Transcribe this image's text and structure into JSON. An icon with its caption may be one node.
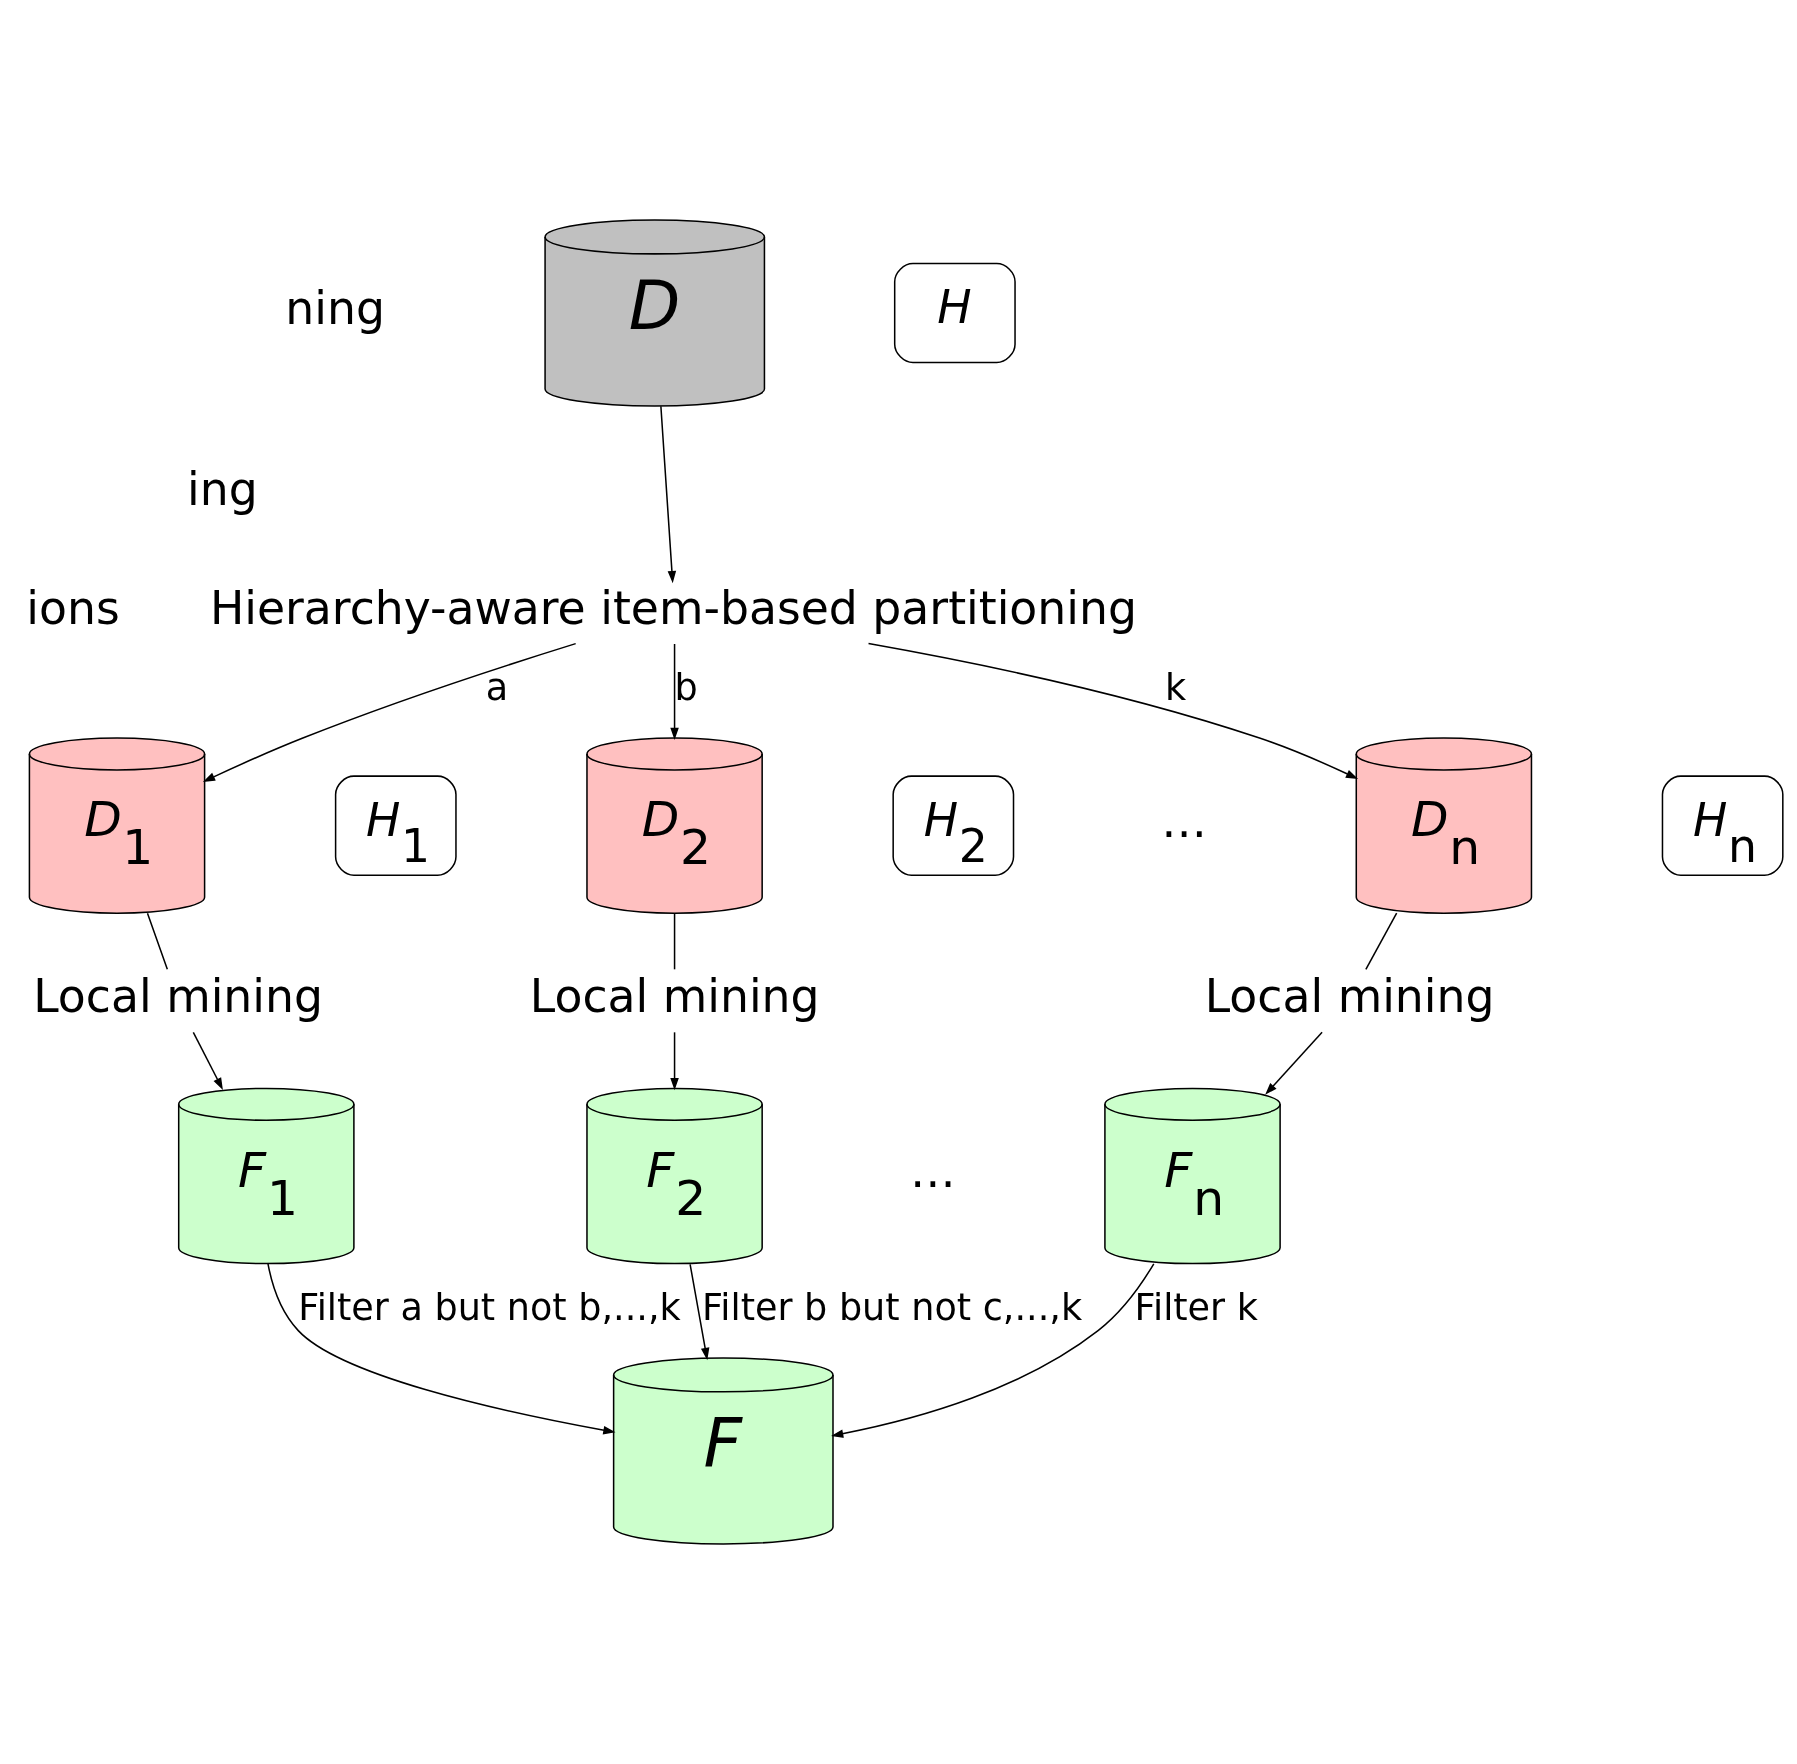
{
  "diagram": {
    "nodes": [
      {
        "text": [
          "D"
        ]
      },
      {
        "text": [
          "H"
        ]
      },
      {
        "text": [
          "Hierarchy-aware item-based partitioning"
        ]
      },
      {
        "text": [
          "D$_{1}$"
        ]
      },
      {
        "text": [
          "H$_{1}$"
        ]
      },
      {
        "text": [
          "D$_{2}$"
        ]
      },
      {
        "text": [
          "H$_{2}$"
        ]
      },
      {
        "text": [
          "D$_{n}$"
        ]
      },
      {
        "text": [
          "H$_{n}$"
        ]
      },
      {
        "text": [
          "Local mining"
        ]
      },
      {
        "text": [
          "Local mining"
        ]
      },
      {
        "text": [
          "Local mining"
        ]
      },
      {
        "text": [
          "F$_{1}$"
        ]
      },
      {
        "text": [
          "F$_{2}$"
        ]
      },
      {
        "text": [
          "F$_{n}$"
        ]
      },
      {
        "text": [
          "F"
        ]
      }
    ],
    "edges": [
      {
        "from": 0,
        "to": 2,
        "arrow": "to"
      },
      {
        "from": 2,
        "to": 3,
        "arrow": "to",
        "label": "a"
      },
      {
        "from": 2,
        "to": 5,
        "arrow": "to",
        "label": "b"
      },
      {
        "from": 2,
        "to": 7,
        "arrow": "to",
        "label": "k"
      },
      {
        "from": 3,
        "to": 9,
        "arrow": "none"
      },
      {
        "from": 9,
        "to": 12,
        "arrow": "to"
      },
      {
        "from": 5,
        "to": 10,
        "arrow": "none"
      },
      {
        "from": 10,
        "to": 13,
        "arrow": "to"
      },
      {
        "from": 7,
        "to": 11,
        "arrow": "none"
      },
      {
        "from": 11,
        "to": 14,
        "arrow": "to"
      },
      {
        "from": 12,
        "to": 15,
        "arrow": "to",
        "label": "Filter a but not b,...,k"
      },
      {
        "from": 13,
        "to": 15,
        "arrow": "to",
        "label": "Filter b but not c,...,k"
      },
      {
        "from": 14,
        "to": 15,
        "arrow": "to",
        "label": "Filter k"
      }
    ],
    "labels": [
      "ning",
      "ing",
      "ions",
      "…",
      "…"
    ]
  }
}
